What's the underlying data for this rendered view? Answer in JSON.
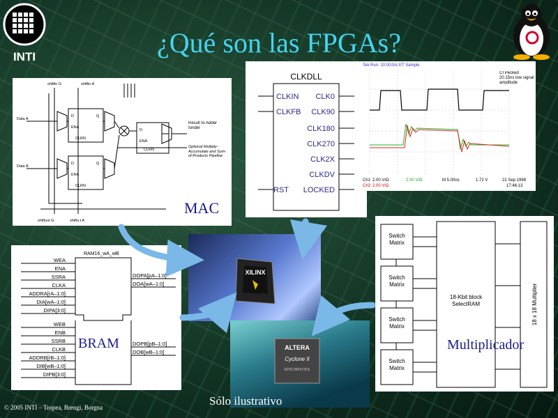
{
  "title": "¿Qué son las FPGAs?",
  "logo_text": "INTI",
  "footer": "© 2005 INTI – Tropea, Brengi, Borgna",
  "note": "Sólo ilustrativo",
  "labels": {
    "mac": "MAC",
    "bram": "BRAM",
    "multiplicador": "Multiplicador"
  },
  "mac": {
    "shiftin_g": "shiftin G",
    "shiftin_a": "shiftin A",
    "data_a": "Data A",
    "data_b": "Data B",
    "ena": "ENA",
    "clrn": "CLRN",
    "d": "D",
    "q": "Q",
    "result": "Result to Adder Ionder",
    "optional": "Optional Multiply-Accumulate and Sum-of-Products Pipeline",
    "shiftout_g": "shiftout G",
    "shiftout_a": "shifto.t A"
  },
  "clkdll": {
    "title": "CLKDLL",
    "left_pins": [
      "CLKIN",
      "CLKFB",
      "RST"
    ],
    "right_pins": [
      "CLK0",
      "CLK90",
      "CLK180",
      "CLK270",
      "CLK2X",
      "CLKDV",
      "LOCKED"
    ]
  },
  "scope": {
    "header": "Tek  Run: 10.0GS/s  ET  Sample",
    "note": "CI Pecked 20.15ns low signal amplitude",
    "ch1": "Ch1",
    "ch3": "Ch3",
    "ch1_scale": "2.00 V/Ω",
    "ch3_scale": "2.00 V/Ω",
    "ch2_scale": "2.00 V/Ω",
    "time": "M 5.00ns",
    "trig": "1.72 V",
    "date": "22 Sep 1998",
    "clock": "17:46:13"
  },
  "bram": {
    "title": "RAM16_wA_wB",
    "ports_a_in": [
      "WEA",
      "ENA",
      "SSRA",
      "CLKA",
      "ADDRA[rA–1:0]",
      "DIA[wA–1:0]",
      "DIPA[3:0]"
    ],
    "ports_a_out": [
      "DOPA[pA–1:0]",
      "DOA[wA–1:0]"
    ],
    "ports_b_in": [
      "WEB",
      "ENB",
      "SSRB",
      "CLKB",
      "ADDRB[rB–1:0]",
      "DIB[wB–1:0]",
      "DIPB[3:0]"
    ],
    "ports_b_out": [
      "DOPB[pB–1:0]",
      "DOB[wB–1:0]"
    ]
  },
  "multiplier_diagram": {
    "switch": "Switch Matrix",
    "selectram": "18-Kbit block SelectRAM",
    "multiplier": "18 x 18 Multiplier"
  },
  "chips": {
    "xilinx": "XILINX",
    "altera": "ALTERA",
    "cyclone": "Cyclone II",
    "part": "EP2C35F672C6"
  }
}
